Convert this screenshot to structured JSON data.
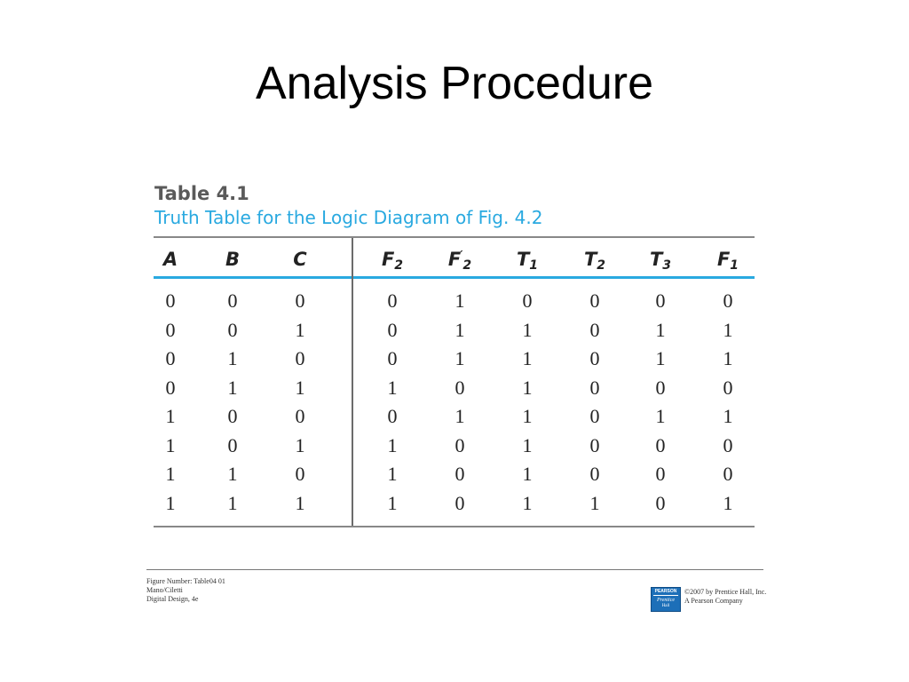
{
  "slide": {
    "title": "Analysis Procedure"
  },
  "table": {
    "caption_number": "Table 4.1",
    "caption_title": "Truth Table for the Logic Diagram of Fig. 4.2",
    "columns": [
      {
        "base": "A",
        "sub": "",
        "prime": ""
      },
      {
        "base": "B",
        "sub": "",
        "prime": ""
      },
      {
        "base": "C",
        "sub": "",
        "prime": ""
      },
      {
        "base": "F",
        "sub": "2",
        "prime": ""
      },
      {
        "base": "F",
        "sub": "2",
        "prime": "′"
      },
      {
        "base": "T",
        "sub": "1",
        "prime": ""
      },
      {
        "base": "T",
        "sub": "2",
        "prime": ""
      },
      {
        "base": "T",
        "sub": "3",
        "prime": ""
      },
      {
        "base": "F",
        "sub": "1",
        "prime": ""
      }
    ],
    "rows": [
      [
        "0",
        "0",
        "0",
        "0",
        "1",
        "0",
        "0",
        "0",
        "0"
      ],
      [
        "0",
        "0",
        "1",
        "0",
        "1",
        "1",
        "0",
        "1",
        "1"
      ],
      [
        "0",
        "1",
        "0",
        "0",
        "1",
        "1",
        "0",
        "1",
        "1"
      ],
      [
        "0",
        "1",
        "1",
        "1",
        "0",
        "1",
        "0",
        "0",
        "0"
      ],
      [
        "1",
        "0",
        "0",
        "0",
        "1",
        "1",
        "0",
        "1",
        "1"
      ],
      [
        "1",
        "0",
        "1",
        "1",
        "0",
        "1",
        "0",
        "0",
        "0"
      ],
      [
        "1",
        "1",
        "0",
        "1",
        "0",
        "1",
        "0",
        "0",
        "0"
      ],
      [
        "1",
        "1",
        "1",
        "1",
        "0",
        "1",
        "1",
        "0",
        "1"
      ]
    ],
    "colors": {
      "caption_number": "#5a5a5a",
      "caption_title": "#29a9e0",
      "header_rule": "#29a9e0"
    }
  },
  "footer": {
    "left_lines": [
      "Figure Number: Table04 01",
      "Mano/Ciletti",
      "Digital Design, 4e"
    ],
    "logo": {
      "top": "PEARSON",
      "middle": "Prentice",
      "bottom": "Hall"
    },
    "right_lines": [
      "©2007 by Prentice Hall, Inc.",
      "A Pearson Company"
    ]
  }
}
